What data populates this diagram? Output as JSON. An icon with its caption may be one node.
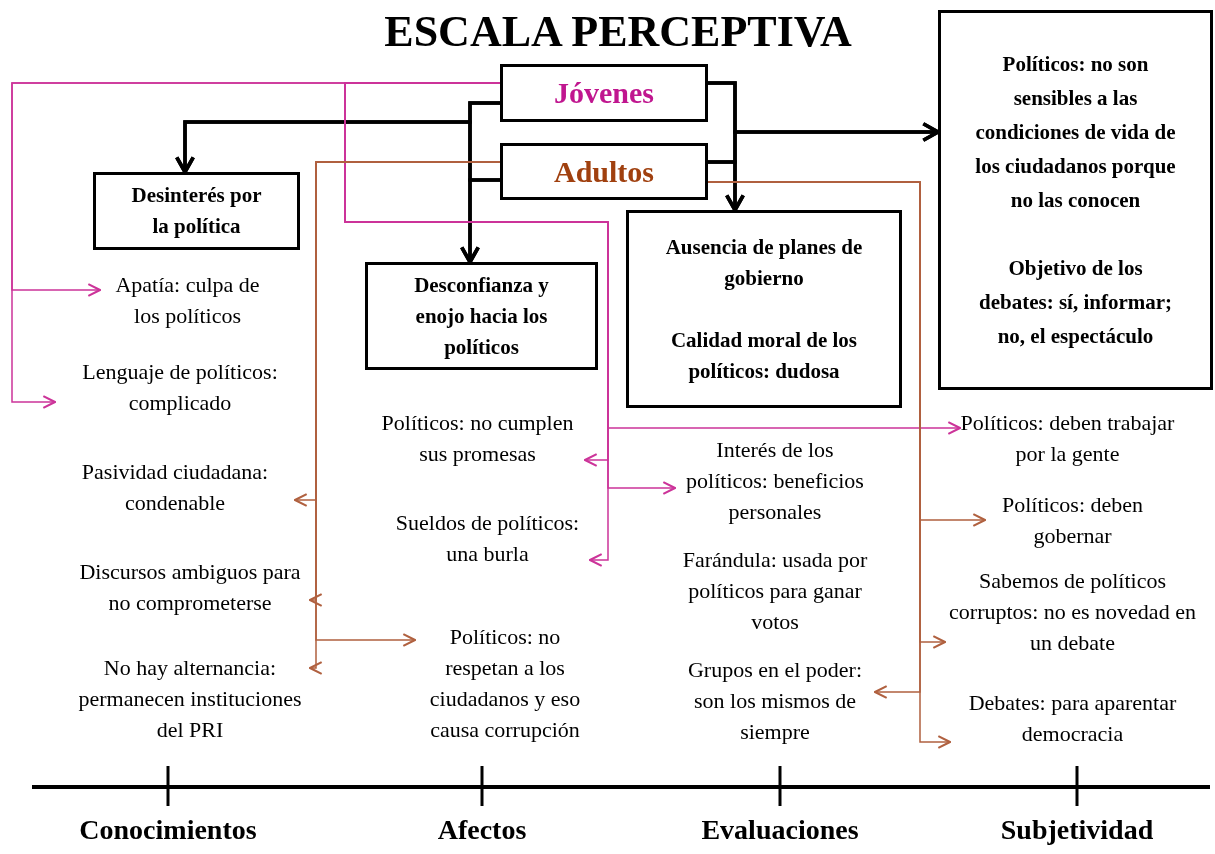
{
  "diagram": {
    "title": "ESCALA PERCEPTIVA",
    "nodes": [
      {
        "text": [
          "Jóvenes"
        ]
      },
      {
        "text": [
          "Adultos"
        ]
      },
      {
        "text": [
          "Desinterés por la política"
        ]
      },
      {
        "text": [
          "Desconfianza y enojo hacia los políticos"
        ]
      },
      {
        "text": [
          "Ausencia de planes de gobierno",
          "Calidad moral de los políticos: dudosa"
        ]
      },
      {
        "text": [
          "Políticos: no son sensibles a las condiciones de vida de los ciudadanos porque no las conocen",
          "Objetivo de los debates: sí, informar; no, el espectáculo"
        ]
      },
      {
        "text": [
          "Apatía: culpa de los políticos"
        ]
      },
      {
        "text": [
          "Lenguaje de políticos: complicado"
        ]
      },
      {
        "text": [
          "Pasividad ciudadana: condenable"
        ]
      },
      {
        "text": [
          "Discursos ambiguos para no comprometerse"
        ]
      },
      {
        "text": [
          "No hay alternancia: permanecen instituciones del PRI"
        ]
      },
      {
        "text": [
          "Políticos: no cumplen sus promesas"
        ]
      },
      {
        "text": [
          "Sueldos de políticos: una burla"
        ]
      },
      {
        "text": [
          "Políticos: no respetan a los ciudadanos y eso causa corrupción"
        ]
      },
      {
        "text": [
          "Interés de los políticos: beneficios personales"
        ]
      },
      {
        "text": [
          "Grupos en el poder: son los mismos de siempre"
        ]
      },
      {
        "text": [
          "Políticos: deben trabajar por la gente"
        ]
      },
      {
        "text": [
          "Políticos: deben gobernar"
        ]
      },
      {
        "text": [
          "Sabemos de políticos corruptos: no es novedad en un debate"
        ]
      },
      {
        "text": [
          "Debates: para aparentar democracia"
        ]
      }
    ],
    "edges": [
      {
        "from": 0,
        "to": 2,
        "arrow": "to",
        "style": "thick"
      },
      {
        "from": 1,
        "to": 2,
        "arrow": "to",
        "style": "thick"
      },
      {
        "from": 0,
        "to": 3,
        "arrow": "to",
        "style": "thick"
      },
      {
        "from": 1,
        "to": 3,
        "arrow": "to",
        "style": "thick"
      },
      {
        "from": 0,
        "to": 4,
        "arrow": "to",
        "style": "thick"
      },
      {
        "from": 1,
        "to": 4,
        "arrow": "to",
        "style": "thick"
      },
      {
        "from": 0,
        "to": 5,
        "arrow": "to",
        "style": "thick"
      },
      {
        "from": 1,
        "to": 5,
        "arrow": "to",
        "style": "thick"
      },
      {
        "from": 0,
        "to": 6,
        "arrow": "to",
        "color": "#cc3399"
      },
      {
        "from": 0,
        "to": 7,
        "arrow": "to",
        "color": "#cc3399"
      },
      {
        "from": 0,
        "to": 11,
        "arrow": "to",
        "color": "#cc3399"
      },
      {
        "from": 0,
        "to": 16,
        "arrow": "to",
        "color": "#cc3399"
      },
      {
        "from": 0,
        "to": 14,
        "arrow": "to",
        "color": "#cc3399"
      },
      {
        "from": 0,
        "to": 12,
        "arrow": "to",
        "color": "#cc3399"
      },
      {
        "from": 1,
        "to": 8,
        "arrow": "to",
        "color": "#b0603f"
      },
      {
        "from": 1,
        "to": 9,
        "arrow": "to",
        "color": "#b0603f"
      },
      {
        "from": 1,
        "to": 13,
        "arrow": "to",
        "color": "#b0603f"
      },
      {
        "from": 1,
        "to": 10,
        "arrow": "to",
        "color": "#b0603f"
      },
      {
        "from": 1,
        "to": 17,
        "arrow": "to",
        "color": "#b0603f"
      },
      {
        "from": 1,
        "to": 18,
        "arrow": "to",
        "color": "#b0603f"
      },
      {
        "from": 1,
        "to": 15,
        "arrow": "to",
        "color": "#b0603f"
      },
      {
        "from": 1,
        "to": 19,
        "arrow": "to",
        "color": "#b0603f"
      }
    ],
    "labels": [
      "Farándula: usada por políticos para ganar votos",
      "Conocimientos",
      "Afectos",
      "Evaluaciones",
      "Subjetividad"
    ]
  }
}
